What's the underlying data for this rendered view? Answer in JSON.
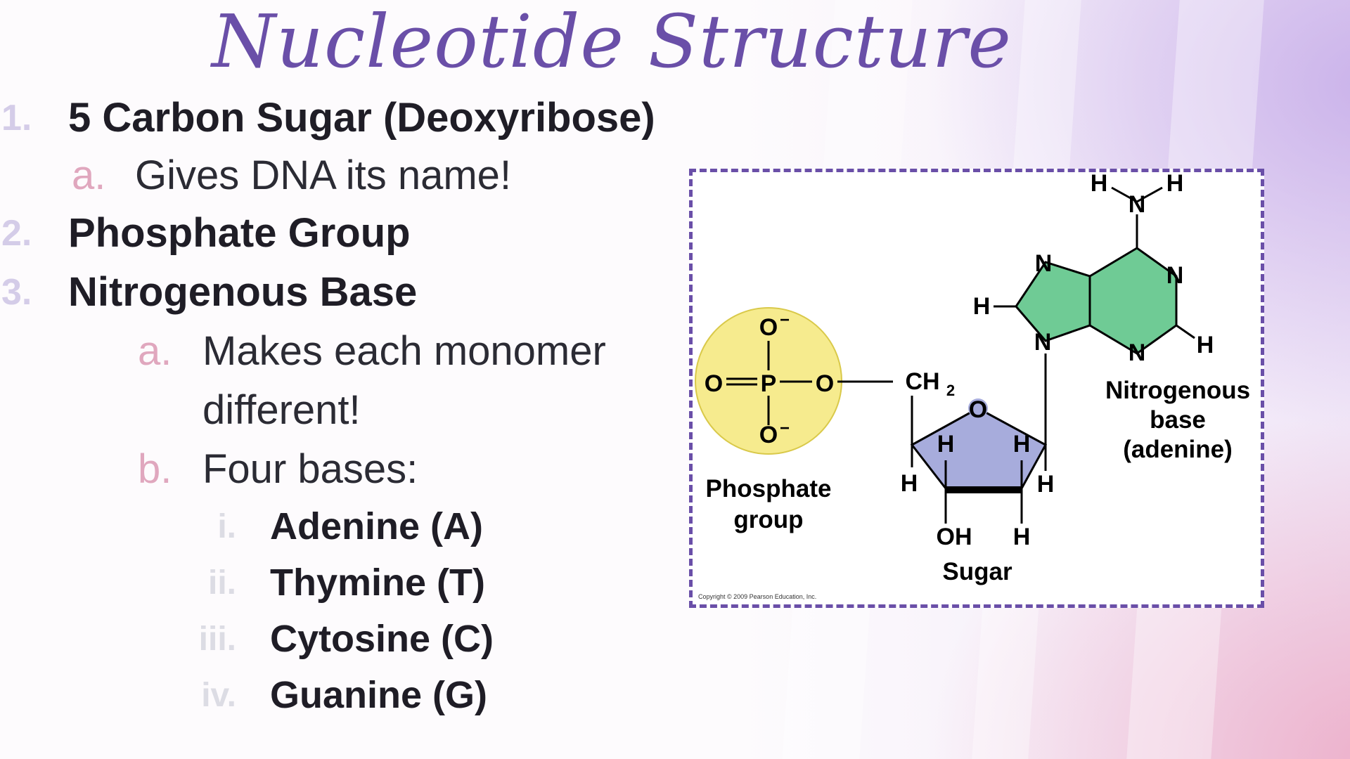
{
  "title": "Nucleotide Structure",
  "list": [
    {
      "num": "1.",
      "text": "5 Carbon Sugar (Deoxyribose)"
    },
    {
      "num": "2.",
      "text": "Phosphate Group"
    },
    {
      "num": "3.",
      "text": "Nitrogenous Base"
    }
  ],
  "sub_a1": {
    "letter": "a.",
    "text": "Gives DNA its name!"
  },
  "sub_a3": {
    "letter": "a.",
    "line1": "Makes each monomer",
    "line2": "different!"
  },
  "sub_b3": {
    "letter": "b.",
    "text": "Four bases:"
  },
  "bases": [
    {
      "numeral": "i.",
      "text": "Adenine (A)"
    },
    {
      "numeral": "ii.",
      "text": "Thymine (T)"
    },
    {
      "numeral": "iii.",
      "text": "Cytosine (C)"
    },
    {
      "numeral": "iv.",
      "text": "Guanine (G)"
    }
  ],
  "diagram": {
    "phosphate_label_1": "Phosphate",
    "phosphate_label_2": "group",
    "sugar_label": "Sugar",
    "base_label_1": "Nitrogenous",
    "base_label_2": "base",
    "base_label_3": "(adenine)",
    "copyright": "Copyright © 2009 Pearson Education, Inc."
  },
  "colors": {
    "title": "#6a4fa8",
    "border": "#6a4fa8",
    "phosphate": "#f6eb8e",
    "sugar": "#a7acdc",
    "base": "#6fcb95"
  }
}
